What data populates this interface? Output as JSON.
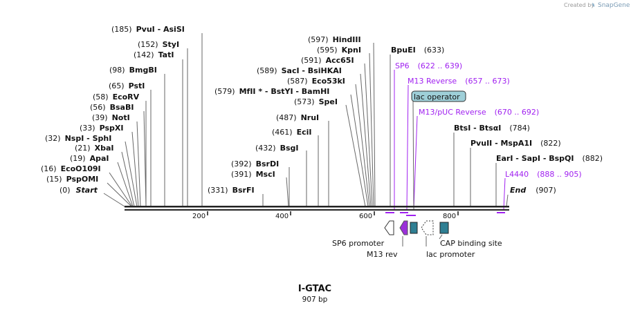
{
  "credit": {
    "prefix": "Created by",
    "brand": "SnapGene"
  },
  "title": "I-GTAC",
  "length_label": "907 bp",
  "ruler_ticks": [
    "200",
    "400",
    "600",
    "800"
  ],
  "enzymes_left": [
    {
      "pos": "(185)",
      "name": "PvuI",
      "extra": "AsiSI"
    },
    {
      "pos": "(152)",
      "name": "StyI"
    },
    {
      "pos": "(142)",
      "name": "TatI"
    },
    {
      "pos": "(98)",
      "name": "BmgBI"
    },
    {
      "pos": "(65)",
      "name": "PstI"
    },
    {
      "pos": "(58)",
      "name": "EcoRV"
    },
    {
      "pos": "(56)",
      "name": "BsaBI"
    },
    {
      "pos": "(39)",
      "name": "NotI"
    },
    {
      "pos": "(33)",
      "name": "PspXI"
    },
    {
      "pos": "(32)",
      "name": "NspI",
      "extra": "SphI"
    },
    {
      "pos": "(21)",
      "name": "XbaI"
    },
    {
      "pos": "(19)",
      "name": "ApaI"
    },
    {
      "pos": "(16)",
      "name": "EcoO109I"
    },
    {
      "pos": "(15)",
      "name": "PspOMI"
    },
    {
      "pos": "(0)",
      "name": "Start"
    }
  ],
  "enzymes_mid": [
    {
      "pos": "(597)",
      "name": "HindIII"
    },
    {
      "pos": "(595)",
      "name": "KpnI"
    },
    {
      "pos": "(591)",
      "name": "Acc65I"
    },
    {
      "pos": "(589)",
      "name": "SacI",
      "extra": "BsiHKAI"
    },
    {
      "pos": "(587)",
      "name": "Eco53kI"
    },
    {
      "pos": "(579)",
      "name": "MfII *",
      "extra": "BstYI - BamHI"
    },
    {
      "pos": "(573)",
      "name": "SpeI"
    },
    {
      "pos": "(487)",
      "name": "NruI"
    },
    {
      "pos": "(461)",
      "name": "EciI"
    },
    {
      "pos": "(432)",
      "name": "BsgI"
    },
    {
      "pos": "(392)",
      "name": "BsrDI"
    },
    {
      "pos": "(391)",
      "name": "MscI"
    },
    {
      "pos": "(331)",
      "name": "BsrFI"
    }
  ],
  "enzymes_right": [
    {
      "pos": "(633)",
      "name": "BpuEI"
    },
    {
      "pos": "(784)",
      "name": "BtsI",
      "extra": "BtsαI"
    },
    {
      "pos": "(822)",
      "name": "PvuII",
      "extra": "MspA1I"
    },
    {
      "pos": "(882)",
      "name": "EarI",
      "extra": "SapI - BspQI"
    },
    {
      "pos": "(907)",
      "name": "End"
    }
  ],
  "primers": [
    {
      "name": "SP6",
      "range": "(622 .. 639)"
    },
    {
      "name": "M13 Reverse",
      "range": "(657 .. 673)"
    },
    {
      "name": "M13/pUC Reverse",
      "range": "(670 .. 692)"
    },
    {
      "name": "L4440",
      "range": "(888 .. 905)"
    }
  ],
  "lac_operator": "lac operator",
  "features": {
    "sp6_promoter": "SP6 promoter",
    "m13_rev": "M13 rev",
    "lac_promoter": "lac promoter",
    "cap_binding": "CAP binding site"
  },
  "colors": {
    "primer": "#a020f0",
    "operator_fill": "#9ecfd8",
    "cap_fill": "#2f7f93",
    "m13rev_fill": "#9b30d9"
  }
}
